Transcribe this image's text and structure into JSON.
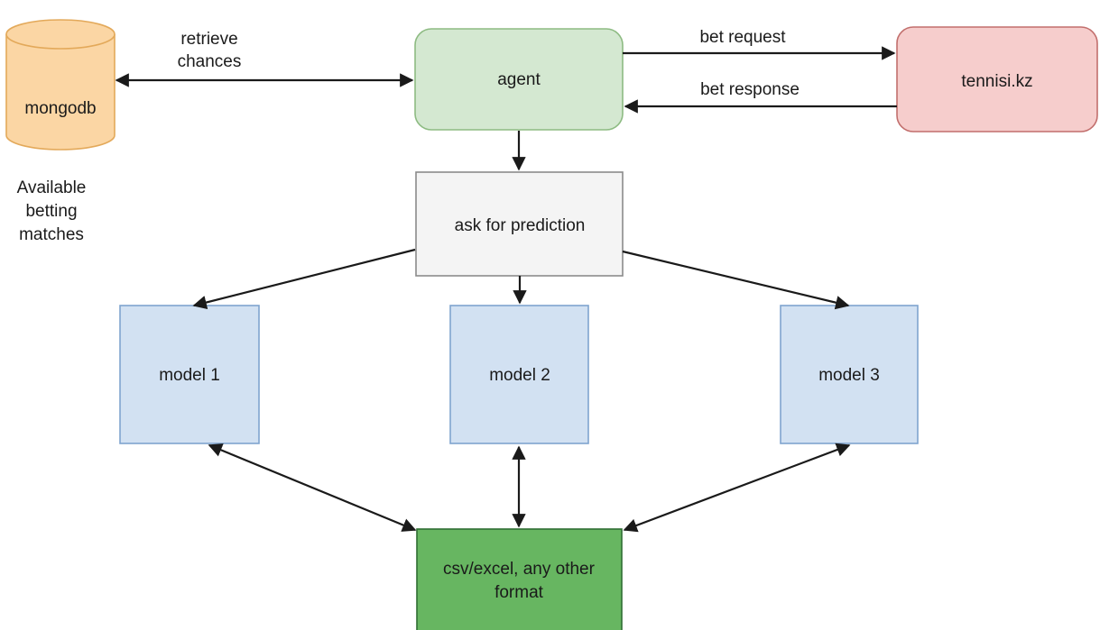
{
  "nodes": {
    "mongodb": {
      "label": "mongodb",
      "fill": "#fbd6a4",
      "stroke": "#e3a95a"
    },
    "agent": {
      "label": "agent",
      "fill": "#d4e8d1",
      "stroke": "#8dbb82"
    },
    "tennisi": {
      "label": "tennisi.kz",
      "fill": "#f6cdcc",
      "stroke": "#c26f6d"
    },
    "ask": {
      "label": "ask for prediction",
      "fill": "#f4f4f4",
      "stroke": "#8a8a8a"
    },
    "model1": {
      "label": "model 1",
      "fill": "#d2e1f2",
      "stroke": "#7fa4cf"
    },
    "model2": {
      "label": "model 2",
      "fill": "#d2e1f2",
      "stroke": "#7fa4cf"
    },
    "model3": {
      "label": "model 3",
      "fill": "#d2e1f2",
      "stroke": "#7fa4cf"
    },
    "storage": {
      "label_line1": "csv/excel, any other",
      "label_line2": "format",
      "fill": "#67b661",
      "stroke": "#2f6e33"
    }
  },
  "edges": {
    "mongodb_agent": {
      "label_line1": "retrieve",
      "label_line2": "chances"
    },
    "bet_request": {
      "label": "bet request"
    },
    "bet_response": {
      "label": "bet response"
    }
  },
  "annotations": {
    "available": {
      "line1": "Available",
      "line2": "betting",
      "line3": "matches"
    }
  }
}
